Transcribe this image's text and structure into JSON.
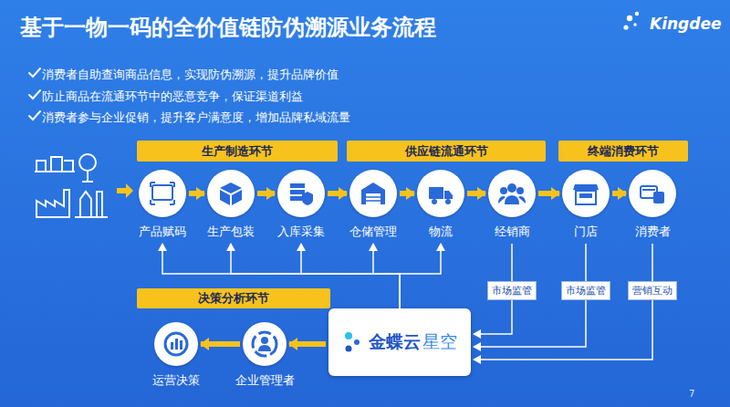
{
  "diagram": {
    "title": "基于一物一码的全价值链防伪溯源业务流程",
    "nodes": [
      {
        "text": [
          "生产制造环节"
        ]
      },
      {
        "text": [
          "供应链流通环节"
        ]
      },
      {
        "text": [
          "终端消费环节"
        ]
      },
      {
        "text": [
          "产品赋码"
        ]
      },
      {
        "text": [
          "生产包装"
        ]
      },
      {
        "text": [
          "入库采集"
        ]
      },
      {
        "text": [
          "仓储管理"
        ]
      },
      {
        "text": [
          "物流"
        ]
      },
      {
        "text": [
          "经销商"
        ]
      },
      {
        "text": [
          "门店"
        ]
      },
      {
        "text": [
          "消费者"
        ]
      },
      {
        "text": [
          "决策分析环节"
        ]
      },
      {
        "text": [
          "运营决策"
        ]
      },
      {
        "text": [
          "企业管理者"
        ]
      },
      {
        "text": [
          "金蝶云",
          "星空"
        ]
      }
    ],
    "edges": [
      {
        "from": 3,
        "to": 4,
        "arrow": "to"
      },
      {
        "from": 4,
        "to": 5,
        "arrow": "to"
      },
      {
        "from": 5,
        "to": 6,
        "arrow": "to"
      },
      {
        "from": 6,
        "to": 7,
        "arrow": "to"
      },
      {
        "from": 7,
        "to": 8,
        "arrow": "to"
      },
      {
        "from": 8,
        "to": 9,
        "arrow": "to"
      },
      {
        "from": 9,
        "to": 10,
        "arrow": "to"
      },
      {
        "from": 14,
        "to": 3,
        "arrow": "to"
      },
      {
        "from": 14,
        "to": 4,
        "arrow": "to"
      },
      {
        "from": 14,
        "to": 5,
        "arrow": "to"
      },
      {
        "from": 14,
        "to": 6,
        "arrow": "to"
      },
      {
        "from": 14,
        "to": 7,
        "arrow": "to"
      },
      {
        "from": 8,
        "to": 14,
        "label": "市场监管",
        "arrow": "to"
      },
      {
        "from": 9,
        "to": 14,
        "label": "市场监管",
        "arrow": "to"
      },
      {
        "from": 10,
        "to": 14,
        "label": "营销互动",
        "arrow": "to"
      },
      {
        "from": 14,
        "to": 13,
        "arrow": "to"
      },
      {
        "from": 13,
        "to": 12,
        "arrow": "to"
      }
    ],
    "labels": [
      "消费者自助查询商品信息，实现防伪溯源，提升品牌价值",
      "防止商品在流通环节中的恶意竞争，保证渠道利益",
      "消费者参与企业促销，提升客户满意度，增加品牌私域流量",
      "Kingdee",
      "7"
    ]
  }
}
